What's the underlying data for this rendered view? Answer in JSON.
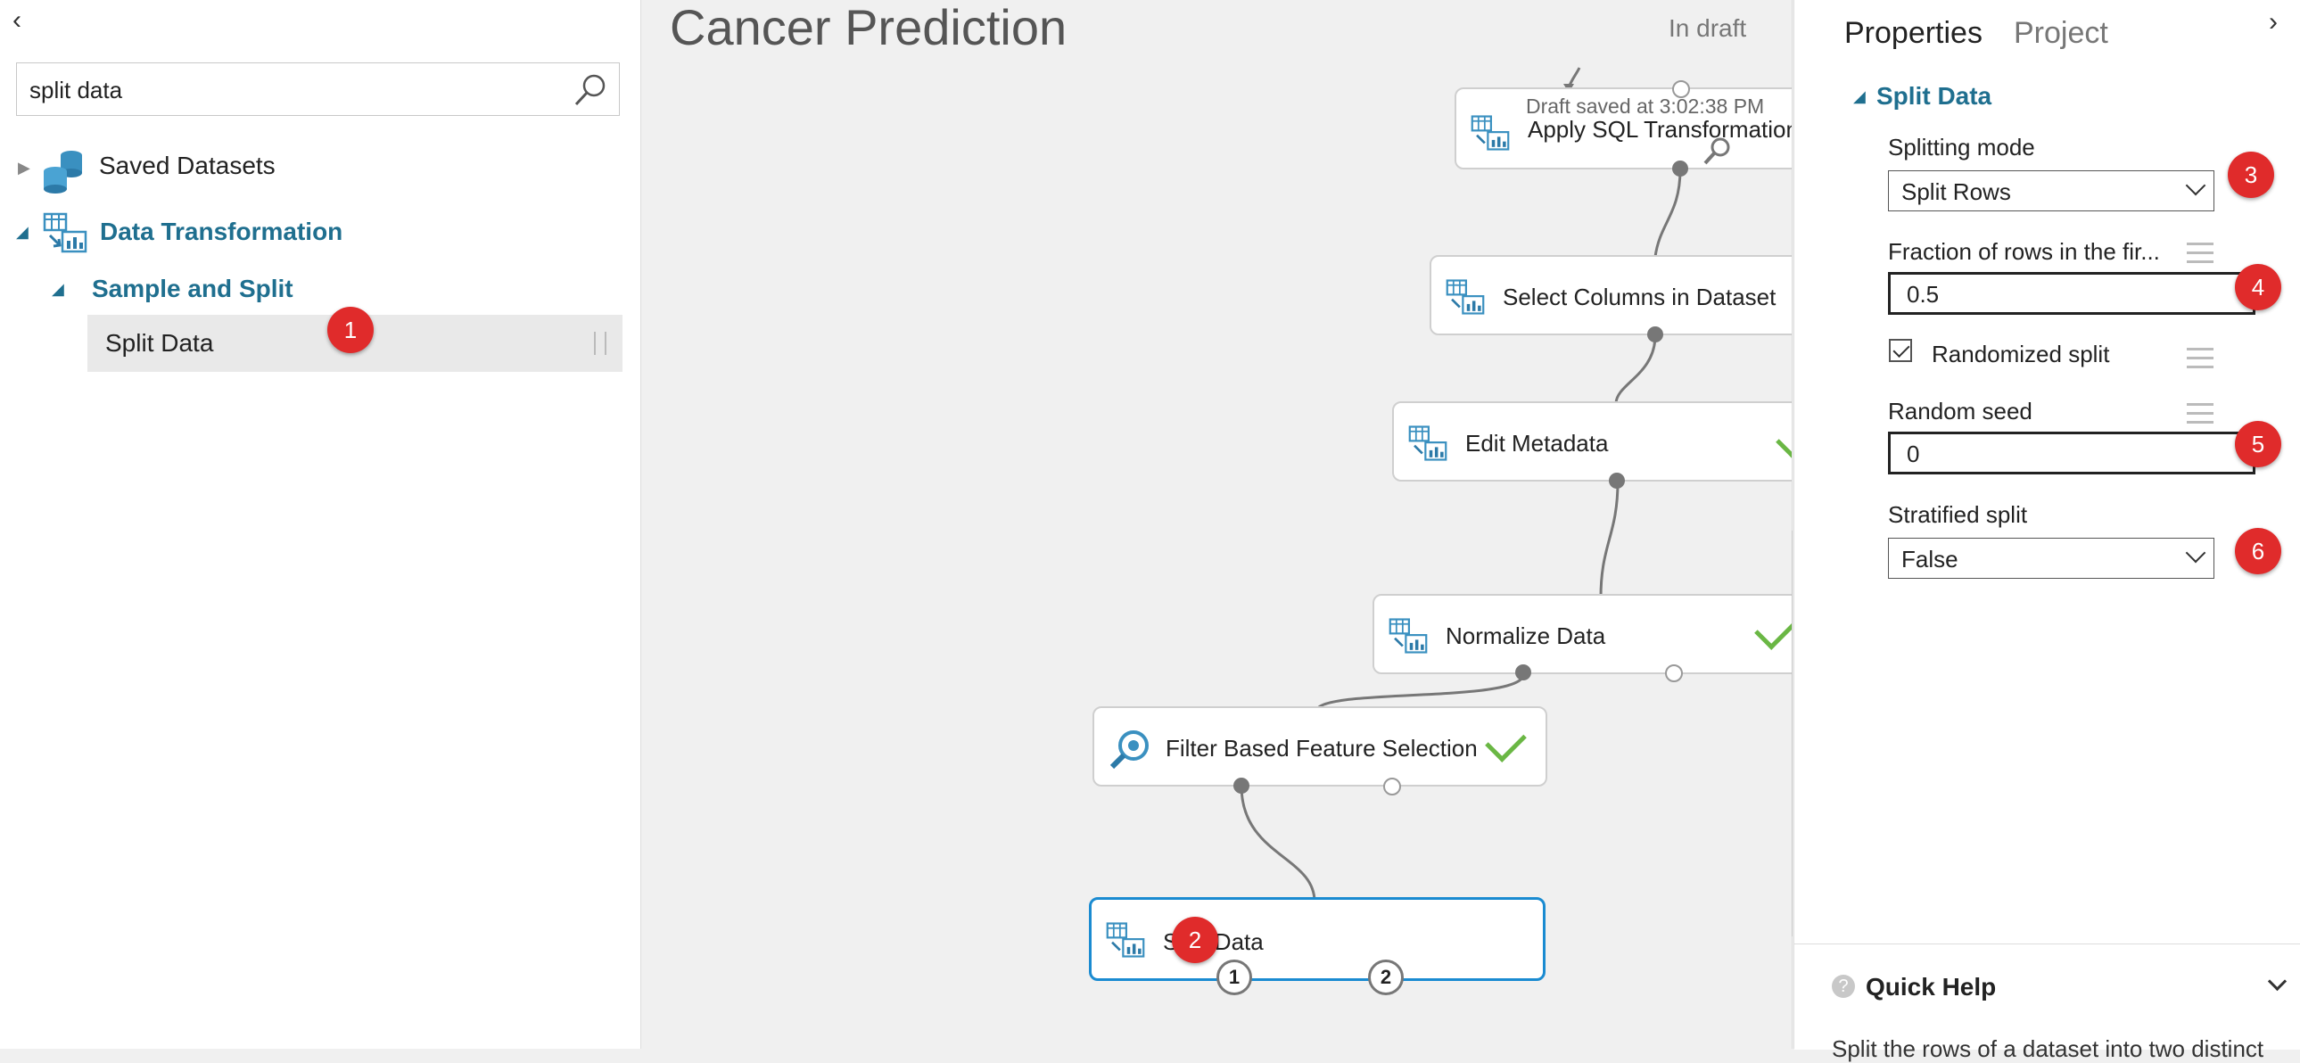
{
  "palette": {
    "search_value": "split data",
    "tree": {
      "saved_datasets": "Saved Datasets",
      "data_transformation": "Data Transformation",
      "sample_and_split": "Sample and Split",
      "split_data": "Split Data"
    }
  },
  "experiment": {
    "title": "Cancer Prediction",
    "status": "In draft",
    "draft_saved": "Draft saved at 3:02:38 PM"
  },
  "modules": {
    "apply_sql": "Apply SQL Transformation",
    "select_columns": "Select Columns in Dataset",
    "edit_metadata": "Edit Metadata",
    "normalize_data": "Normalize Data",
    "filter_feature": "Filter Based Feature Selection",
    "split_data": "Split Data",
    "port_1": "1",
    "port_2": "2"
  },
  "properties": {
    "tab_properties": "Properties",
    "tab_project": "Project",
    "module_name": "Split Data",
    "splitting_mode_label": "Splitting mode",
    "splitting_mode_value": "Split Rows",
    "fraction_label": "Fraction of rows in the fir...",
    "fraction_value": "0.5",
    "randomized_label": "Randomized split",
    "randomized_checked": true,
    "seed_label": "Random seed",
    "seed_value": "0",
    "stratified_label": "Stratified split",
    "stratified_value": "False"
  },
  "quick_help": {
    "title": "Quick Help",
    "text": "Split the rows of a dataset into two distinct"
  },
  "badges": [
    "1",
    "2",
    "3",
    "4",
    "5",
    "6"
  ],
  "colors": {
    "accent": "#1f6f8f",
    "badge": "#e02b2b",
    "selected_module_border": "#1a8bd1",
    "check": "#6ab744"
  }
}
